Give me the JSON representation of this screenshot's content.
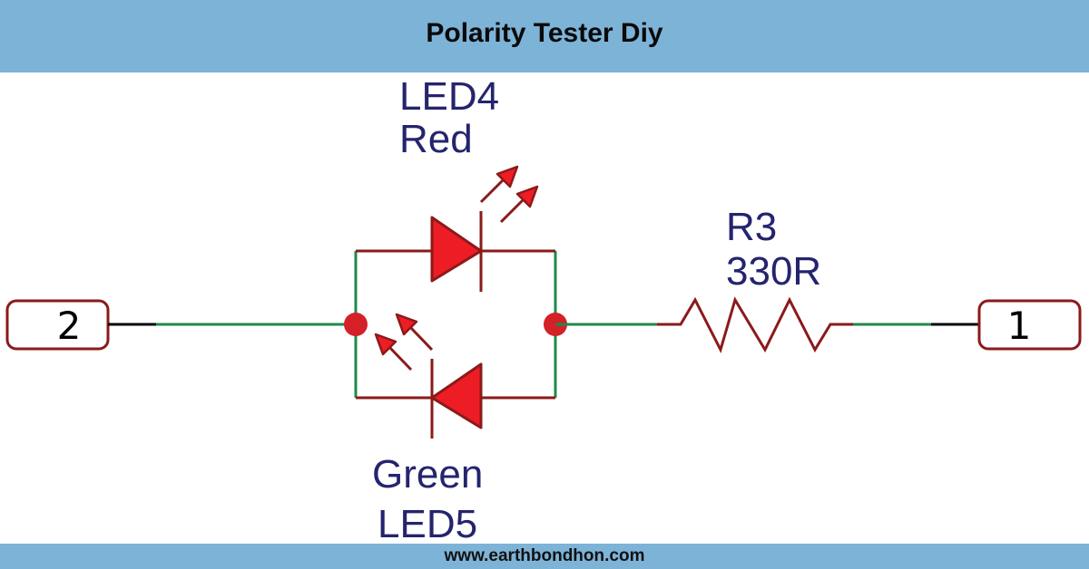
{
  "header": {
    "title": "Polarity Tester Diy"
  },
  "footer": {
    "url": "www.earthbondhon.com"
  },
  "schematic": {
    "ports": [
      {
        "id": "port-2",
        "label": "2"
      },
      {
        "id": "port-1",
        "label": "1"
      }
    ],
    "components": {
      "led4": {
        "designator": "LED4",
        "value": "Red",
        "color": "Red"
      },
      "led5": {
        "designator": "LED5",
        "value": "Green",
        "color": "Green"
      },
      "r3": {
        "designator": "R3",
        "value": "330R"
      }
    },
    "colors": {
      "header_bg": "#7db3d7",
      "wire": "#1e8a4a",
      "component_outline": "#8b1a1a",
      "led_fill": "#ee1c24",
      "junction": "#d42027",
      "label_text": "#24246e"
    }
  }
}
